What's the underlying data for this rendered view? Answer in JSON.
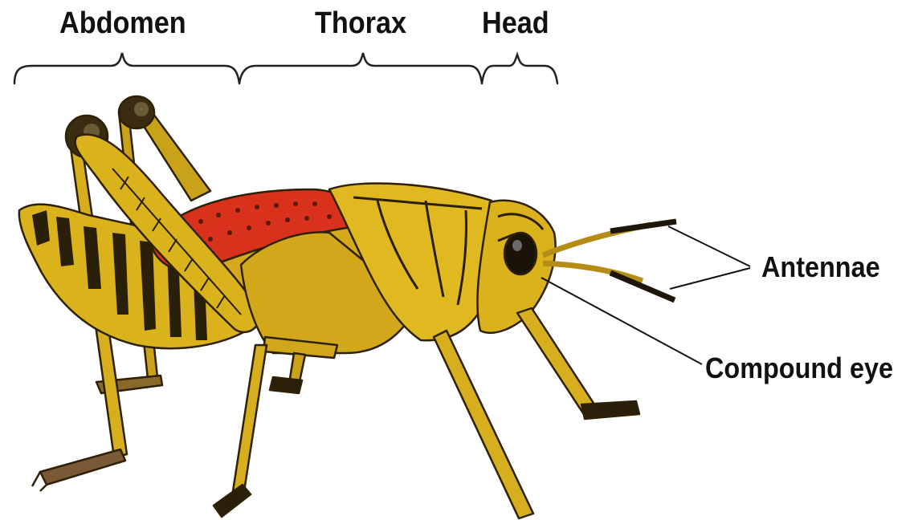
{
  "diagram": {
    "segments": {
      "abdomen": "Abdomen",
      "thorax": "Thorax",
      "head": "Head"
    },
    "callouts": {
      "antennae": "Antennae",
      "compound_eye": "Compound eye"
    },
    "colors": {
      "body_yellow": "#d9b21c",
      "body_dark": "#3a2a0a",
      "wing_red": "#d8321c",
      "leader_line": "#111111"
    }
  }
}
